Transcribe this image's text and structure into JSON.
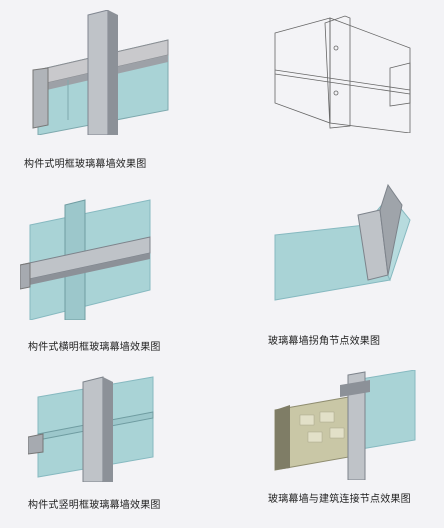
{
  "captions": {
    "c1": "构件式明框玻璃幕墙效果图",
    "c2": "构件式横明框玻璃幕墙效果图",
    "c3": "玻璃幕墙拐角节点效果图",
    "c4": "构件式竖明框玻璃幕墙效果图",
    "c5": "玻璃幕墙与建筑连接节点效果图"
  },
  "colors": {
    "glass": "#a9d3d6",
    "glass_dark": "#86b9c0",
    "frame": "#b8bcc2",
    "frame_dark": "#7d838b",
    "line_drawing": "#666666",
    "wall_block": "#c9c7a6"
  }
}
